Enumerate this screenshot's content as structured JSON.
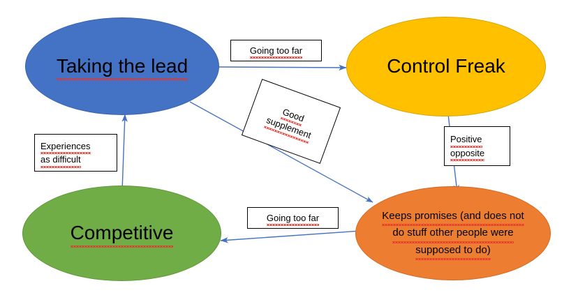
{
  "diagram": {
    "title": "Taking the lead / Control Freak / Competitive / Keeps promises relationship diagram",
    "background_color": "#FFFFFF",
    "arrow_color": "#4472C4",
    "nodes": [
      {
        "id": "taking-lead",
        "label": "Taking the lead",
        "fill": "#4472C4",
        "shape": "ellipse"
      },
      {
        "id": "control-freak",
        "label": "Control Freak",
        "fill": "#FFC000",
        "shape": "ellipse"
      },
      {
        "id": "competitive",
        "label": "Competitive",
        "fill": "#70AD47",
        "shape": "ellipse"
      },
      {
        "id": "keeps-promises",
        "label": "Keeps promises (and does not do stuff other people were supposed to do)",
        "line1": "Keeps promises (and does not",
        "line2": "do stuff other people were",
        "line3": "supposed to do)",
        "fill": "#ED7D31",
        "shape": "ellipse"
      }
    ],
    "edge_labels": [
      {
        "id": "going-too-far-top",
        "text": "Going too far",
        "from": "taking-lead",
        "to": "control-freak"
      },
      {
        "id": "good-supplement",
        "line1": "Good",
        "line2": "supplement",
        "text": "Good supplement",
        "from": "taking-lead",
        "to": "keeps-promises",
        "rotation_deg": 20
      },
      {
        "id": "experiences-as-difficult",
        "line1": "Experiences",
        "line2": "as difficult",
        "text": "Experiences as difficult",
        "from": "competitive",
        "to": "taking-lead"
      },
      {
        "id": "positive-opposite",
        "line1": "Positive",
        "line2": "opposite",
        "text": "Positive opposite",
        "from": "control-freak",
        "to": "keeps-promises"
      },
      {
        "id": "going-too-far-bottom",
        "text": "Going too far",
        "from": "keeps-promises",
        "to": "competitive"
      }
    ]
  }
}
